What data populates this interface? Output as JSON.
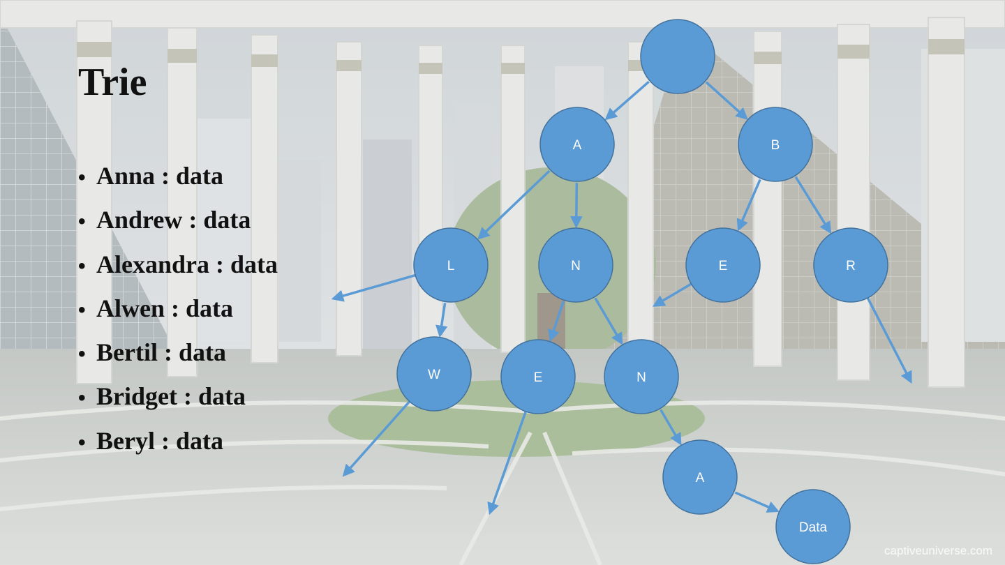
{
  "slide": {
    "title": "Trie",
    "bullets": [
      "Anna : data",
      "Andrew : data",
      "Alexandra : data",
      "Alwen : data",
      "Bertil : data",
      "Bridget : data",
      "Beryl : data"
    ],
    "watermark": "captiveuniverse.com"
  },
  "diagram": {
    "colors": {
      "node_fill": "#5b9bd5",
      "node_stroke": "#41719c",
      "edge": "#5b9bd5"
    },
    "nodes": [
      {
        "id": "root",
        "label": ""
      },
      {
        "id": "a1",
        "label": "A"
      },
      {
        "id": "b1",
        "label": "B"
      },
      {
        "id": "l1",
        "label": "L"
      },
      {
        "id": "n1",
        "label": "N"
      },
      {
        "id": "e1",
        "label": "E"
      },
      {
        "id": "r1",
        "label": "R"
      },
      {
        "id": "w1",
        "label": "W"
      },
      {
        "id": "e2",
        "label": "E"
      },
      {
        "id": "n2",
        "label": "N"
      },
      {
        "id": "a2",
        "label": "A"
      },
      {
        "id": "data",
        "label": "Data"
      }
    ],
    "edges": [
      {
        "from": "root",
        "to": "a1"
      },
      {
        "from": "root",
        "to": "b1"
      },
      {
        "from": "a1",
        "to": "l1"
      },
      {
        "from": "a1",
        "to": "n1"
      },
      {
        "from": "b1",
        "to": "e1"
      },
      {
        "from": "b1",
        "to": "r1"
      },
      {
        "from": "l1",
        "to": "w1"
      },
      {
        "from": "n1",
        "to": "e2"
      },
      {
        "from": "n1",
        "to": "n2"
      },
      {
        "from": "n2",
        "to": "a2"
      },
      {
        "from": "a2",
        "to": "data"
      },
      {
        "from": "l1",
        "to": null
      },
      {
        "from": "e1",
        "to": null
      },
      {
        "from": "r1",
        "to": null
      },
      {
        "from": "w1",
        "to": null
      },
      {
        "from": "e2",
        "to": null
      }
    ]
  }
}
